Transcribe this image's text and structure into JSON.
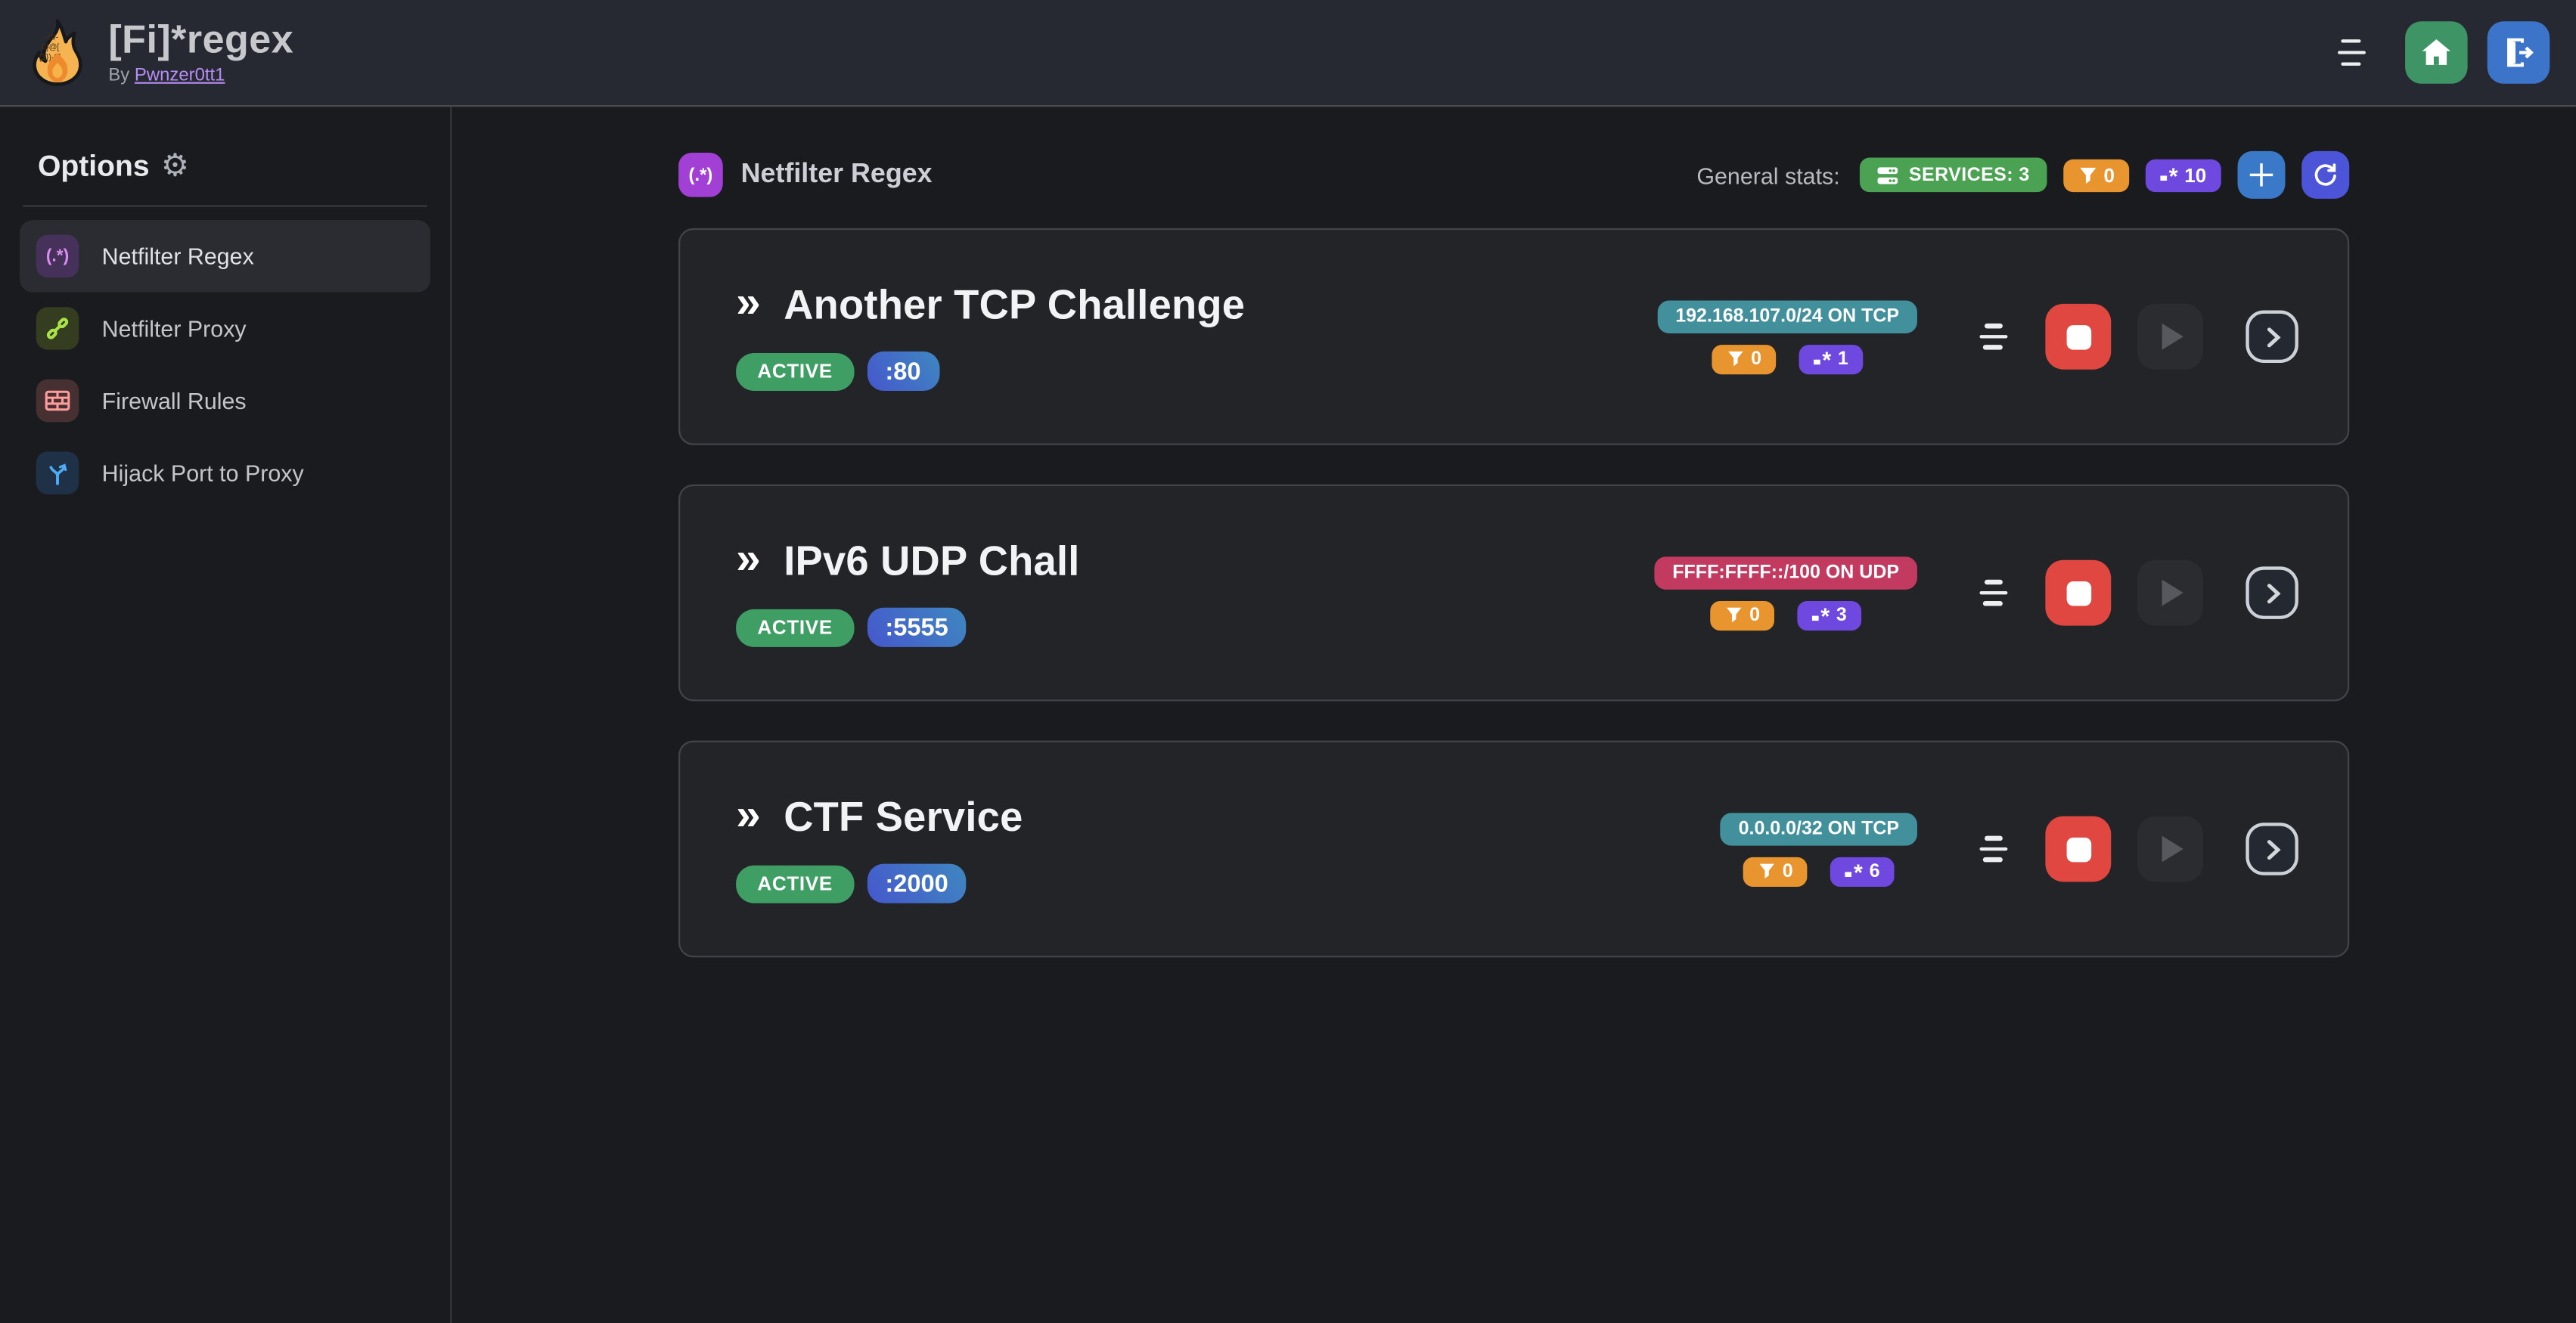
{
  "colors": {
    "header_bg": "#262932",
    "page_bg": "#1a1b1f",
    "card_bg": "#232428",
    "active_green": "#3f9e64",
    "services_green": "#4ba253",
    "home_green": "#3f9466",
    "filter_orange": "#e8952f",
    "regex_violet": "#6f48e0",
    "add_blue": "#3a78c8",
    "logout_blue": "#3b74c8",
    "refresh_indigo": "#4c55d8",
    "stop_red": "#df4740",
    "target_teal": "#41909c",
    "target_pink": "#c23a60",
    "link_violet": "#b68df2"
  },
  "header": {
    "title": "[Fi]*regex",
    "by_label": "By",
    "author": "Pwnzer0tt1",
    "logo_glyphs": {
      "l1": "-z0-",
      "l2": "0}@[",
      "l3": "{1})-9]"
    }
  },
  "sidebar": {
    "heading": "Options",
    "gear": "⚙",
    "items": [
      {
        "label": "Netfilter Regex",
        "icon": "regex-icon",
        "glyph": "(.*)",
        "active": true
      },
      {
        "label": "Netfilter Proxy",
        "icon": "plug-icon",
        "active": false
      },
      {
        "label": "Firewall Rules",
        "icon": "brick-wall-icon",
        "active": false
      },
      {
        "label": "Hijack Port to Proxy",
        "icon": "split-arrow-icon",
        "active": false
      }
    ]
  },
  "main": {
    "section_icon_glyph": "(.*)",
    "section_title": "Netfilter Regex",
    "stats_label": "General stats:",
    "services_badge": "SERVICES: 3",
    "filters_total": "0",
    "regexes_total": "10",
    "card_marker": "»"
  },
  "services": [
    {
      "name": "Another TCP Challenge",
      "status": "ACTIVE",
      "port": ":80",
      "target": "192.168.107.0/24 ON TCP",
      "target_color": "#41909c",
      "filters": "0",
      "regexes": "1"
    },
    {
      "name": "IPv6 UDP Chall",
      "status": "ACTIVE",
      "port": ":5555",
      "target": "FFFF:FFFF::/100 ON UDP",
      "target_color": "#c23a60",
      "filters": "0",
      "regexes": "3"
    },
    {
      "name": "CTF Service",
      "status": "ACTIVE",
      "port": ":2000",
      "target": "0.0.0.0/32 ON TCP",
      "target_color": "#41909c",
      "filters": "0",
      "regexes": "6"
    }
  ]
}
